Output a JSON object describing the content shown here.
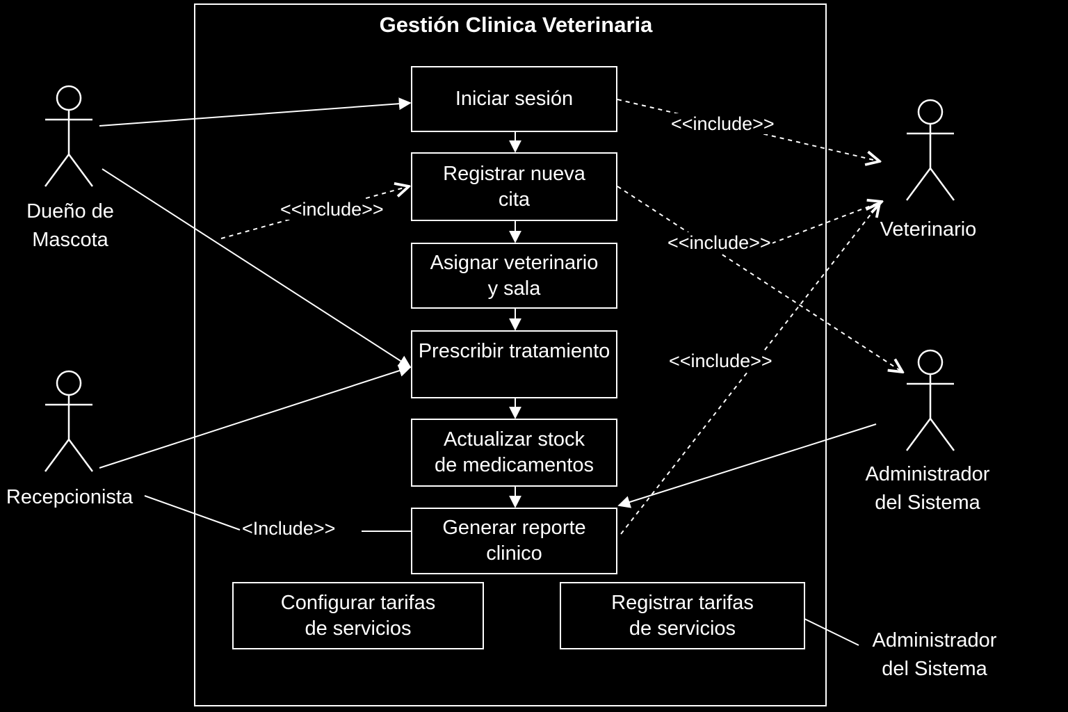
{
  "system": {
    "title": "Gestión Clinica Veterinaria"
  },
  "use_cases": {
    "iniciar_sesion": "Iniciar sesión",
    "registrar_cita": "Registrar nueva\ncita",
    "asignar_veterinario": "Asignar veterinario\ny sala",
    "prescribir_tratamiento": "Prescribir tratamiento",
    "actualizar_stock": "Actualizar stock\nde medicamentos",
    "generar_reporte": "Generar reporte\nclinico",
    "configurar_tarifas": "Configurar tarifas\nde servicios",
    "registrar_tarifas": "Registrar  tarifas\nde servicios"
  },
  "actors": {
    "dueno": "Dueño de\nMascota",
    "recepcionista": "Recepcionista",
    "veterinario": "Veterinario",
    "admin": "Administrador\ndel Sistema",
    "admin_2": "Administrador\ndel Sistema"
  },
  "relations": {
    "include_1": "<<include>>",
    "include_2": "<<include>>",
    "include_3": "<<include>>",
    "include_4": "<<include>>",
    "include_5": "<Include>>"
  }
}
